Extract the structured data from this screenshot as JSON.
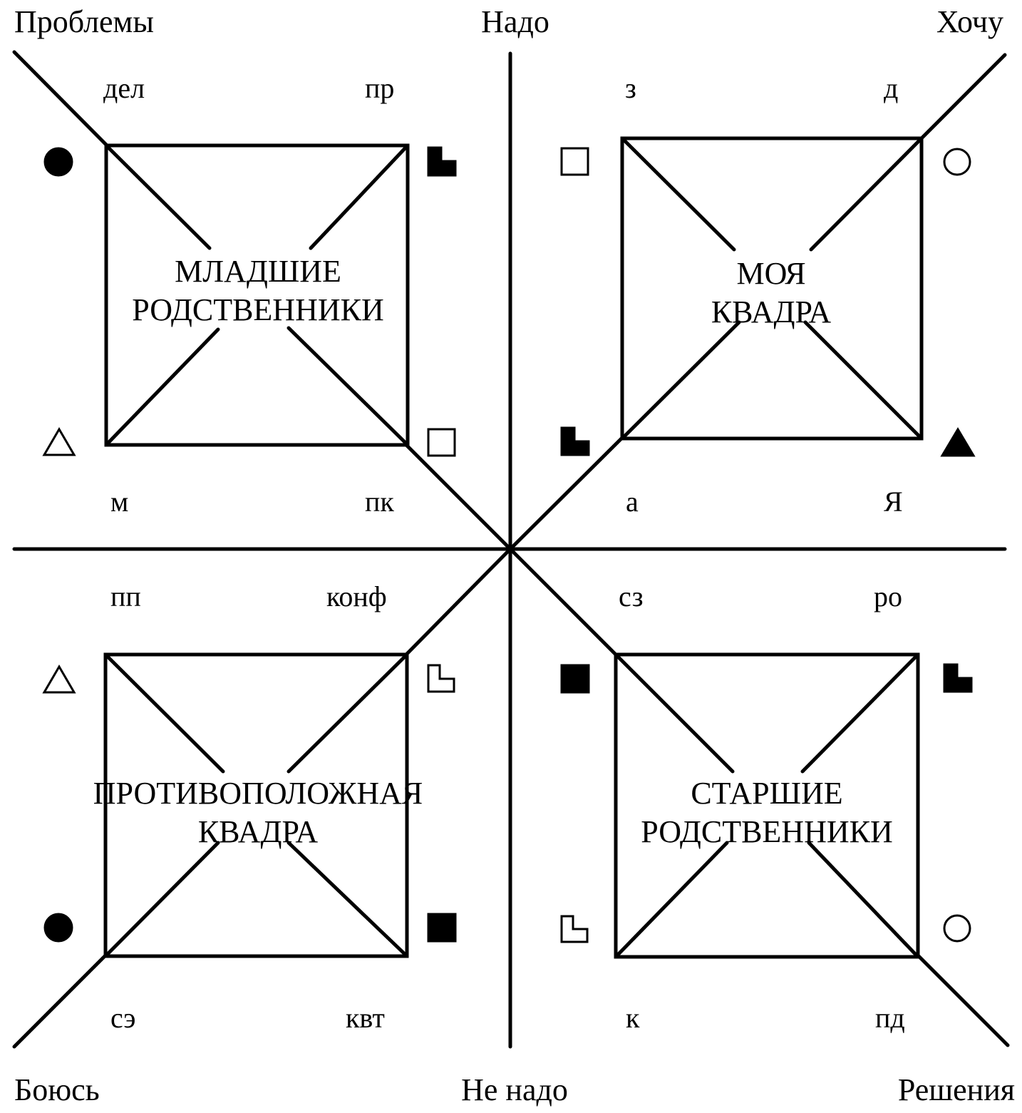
{
  "axis_labels": {
    "top_left": "Проблемы",
    "top": "Надо",
    "top_right": "Хочу",
    "bottom_left": "Боюсь",
    "bottom": "Не надо",
    "bottom_right": "Решения"
  },
  "quadrants": {
    "top_left": {
      "title_line1": "МЛАДШИЕ",
      "title_line2": "РОДСТВЕННИКИ",
      "labels": {
        "tl": "дел",
        "tr": "пр",
        "bl": "м",
        "br": "пк"
      },
      "symbols": {
        "tl": "filled-circle-icon",
        "tr": "filled-step-icon",
        "bl": "open-triangle-icon",
        "br": "open-square-icon"
      }
    },
    "top_right": {
      "title_line1": "МОЯ",
      "title_line2": "КВАДРА",
      "labels": {
        "tl": "з",
        "tr": "д",
        "bl": "а",
        "br": "Я"
      },
      "symbols": {
        "tl": "open-square-icon",
        "tr": "open-circle-icon",
        "bl": "filled-step-icon",
        "br": "filled-triangle-icon"
      }
    },
    "bottom_left": {
      "title_line1": "ПРОТИВОПОЛОЖНАЯ",
      "title_line2": "КВАДРА",
      "labels": {
        "tl": "пп",
        "tr": "конф",
        "bl": "сэ",
        "br": "квт"
      },
      "symbols": {
        "tl": "open-triangle-icon",
        "tr": "open-step-icon",
        "bl": "filled-circle-icon",
        "br": "filled-square-icon"
      }
    },
    "bottom_right": {
      "title_line1": "СТАРШИЕ",
      "title_line2": "РОДСТВЕННИКИ",
      "labels": {
        "tl": "сз",
        "tr": "ро",
        "bl": "к",
        "br": "пд"
      },
      "symbols": {
        "tl": "filled-square-icon",
        "tr": "filled-step-icon",
        "bl": "open-step-icon",
        "br": "open-circle-icon"
      }
    }
  },
  "colors": {
    "ink": "#000000",
    "paper": "#ffffff"
  }
}
